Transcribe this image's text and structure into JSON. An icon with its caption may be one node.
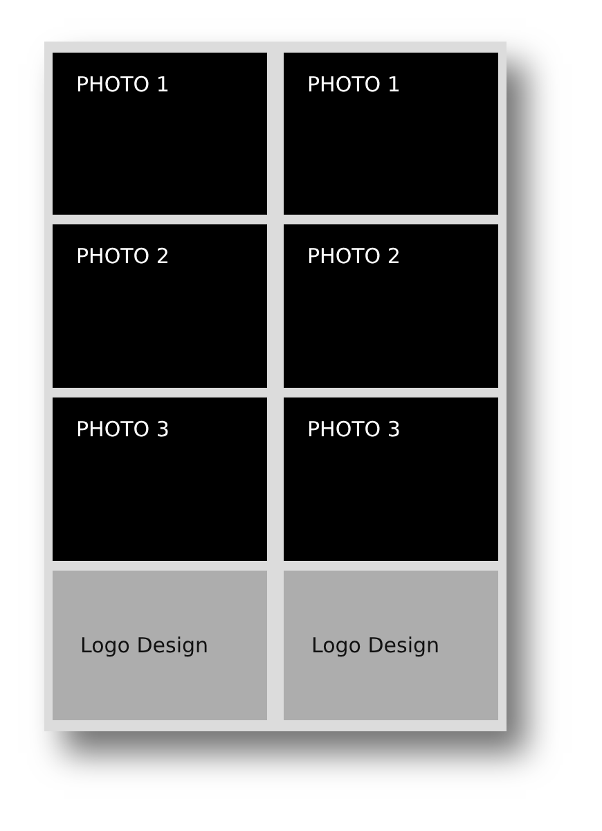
{
  "diagram": {
    "nodes": [
      {
        "text": [
          "PHOTO 1"
        ]
      },
      {
        "text": [
          "PHOTO 1"
        ]
      },
      {
        "text": [
          "PHOTO 2"
        ]
      },
      {
        "text": [
          "PHOTO 2"
        ]
      },
      {
        "text": [
          "PHOTO 3"
        ]
      },
      {
        "text": [
          "PHOTO 3"
        ]
      },
      {
        "text": [
          "Logo Design"
        ]
      },
      {
        "text": [
          "Logo Design"
        ]
      }
    ]
  }
}
